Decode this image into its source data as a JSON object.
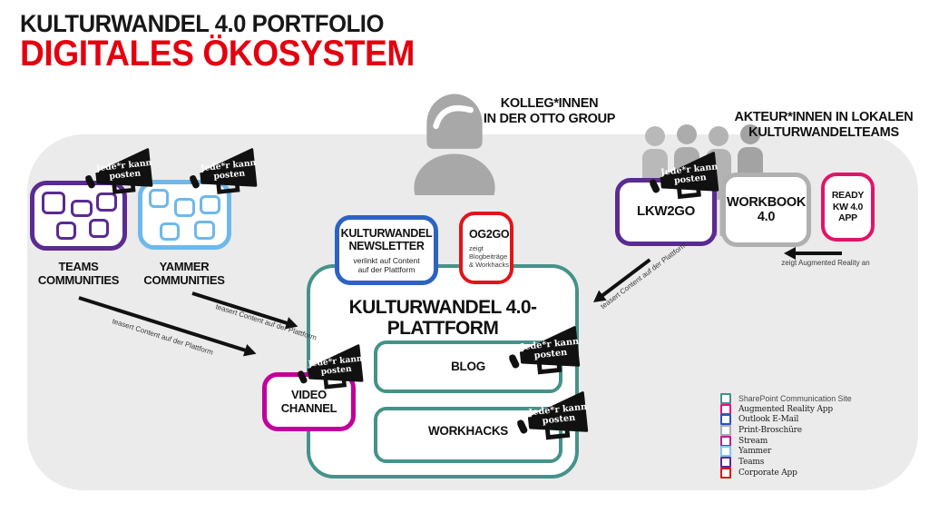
{
  "title": {
    "line1": "KULTURWANDEL 4.0 PORTFOLIO",
    "line2": "DIGITALES ÖKOSYSTEM"
  },
  "actors": {
    "otto_group": {
      "line1": "KOLLEG*INNEN",
      "line2": "IN DER OTTO GROUP"
    },
    "local_teams": {
      "line1": "AKTEUR*INNEN IN LOKALEN",
      "line2": "KULTURWANDELTEAMS"
    }
  },
  "megaphone": {
    "line1": "Jede*r kann",
    "line2": "posten"
  },
  "communities": {
    "teams": {
      "line1": "TEAMS",
      "line2": "COMMUNITIES"
    },
    "yammer": {
      "line1": "YAMMER",
      "line2": "COMMUNITIES"
    }
  },
  "platform": {
    "title_line1": "KULTURWANDEL 4.0-",
    "title_line2": "PLATTFORM",
    "blog_label": "BLOG",
    "workhacks_label": "WORKHACKS"
  },
  "newsletter": {
    "title_line1": "KULTURWANDEL",
    "title_line2": "NEWSLETTER",
    "subtitle_line1": "verlinkt auf Content",
    "subtitle_line2": "auf der Plattform"
  },
  "og2go": {
    "title": "OG2GO",
    "subtitle_line1": "zeigt",
    "subtitle_line2": "Blogbeiträge",
    "subtitle_line3": "& Workhacks"
  },
  "video_channel": {
    "line1": "VIDEO",
    "line2": "CHANNEL"
  },
  "lkw2go": {
    "label": "LKW2GO"
  },
  "workbook": {
    "line1": "WORKBOOK",
    "line2": "4.0"
  },
  "ready_app": {
    "line1": "READY",
    "line2": "KW 4.0",
    "line3": "APP"
  },
  "annotations": {
    "teaser_left_upper": "teasert Content auf der Plattform",
    "teaser_left_lower": "teasert Content auf der Plattform",
    "teaser_right": "teasert Content auf der Plattform",
    "augmented": "zeigt Augmented Reality an"
  },
  "legend": {
    "items": [
      {
        "label": "SharePoint Communication Site",
        "color": "#3f948a",
        "font": "sans"
      },
      {
        "label": "Augmented Reality App",
        "color": "#e8127c",
        "font": "serif"
      },
      {
        "label": "Outlook E-Mail",
        "color": "#2456c4",
        "font": "serif"
      },
      {
        "label": "Print-Broschüre",
        "color": "#a9adb8",
        "font": "serif"
      },
      {
        "label": "Stream",
        "color": "#b8208e",
        "font": "serif"
      },
      {
        "label": "Yammer",
        "color": "#7fc2f0",
        "font": "serif"
      },
      {
        "label": "Teams",
        "color": "#5a2b90",
        "font": "serif"
      },
      {
        "label": "Corporate App",
        "color": "#e2141b",
        "font": "serif"
      }
    ]
  },
  "colors": {
    "accent_red": "#e3000f",
    "teal": "#45928a",
    "purple": "#5a2b90",
    "yammer_blue": "#6eb8ec",
    "newsletter_blue": "#2d62c4",
    "magenta": "#c0009b",
    "pink": "#e31368",
    "gray": "#b0b0b0",
    "backdrop": "#ebebeb"
  }
}
